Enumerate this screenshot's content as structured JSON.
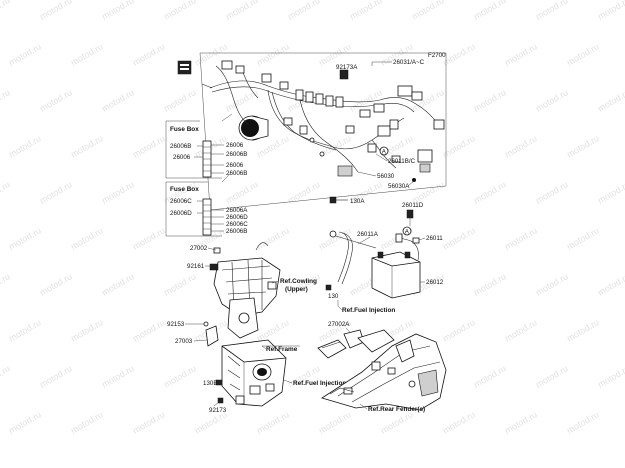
{
  "diagram": {
    "code": "F2700",
    "watermark": "motod.ru",
    "fuse_box_1": {
      "title": "Fuse Box",
      "left_labels": [
        "26006B",
        "26006"
      ],
      "right_labels": [
        "26006",
        "26006B",
        "26006",
        "26006B"
      ]
    },
    "fuse_box_2": {
      "title": "Fuse Box",
      "left_labels": [
        "26006C",
        "26006D"
      ],
      "right_labels": [
        "26006A",
        "26006D",
        "26006C",
        "26006B"
      ]
    },
    "part_labels": {
      "p92173a": "92173A",
      "p26031": "26031/A~C",
      "p26011bc": "26011B/C",
      "p56030": "56030",
      "p56030a": "56030A",
      "p130a": "130A",
      "p26011d": "26011D",
      "p26011a": "26011A",
      "p26011": "26011",
      "p26012": "26012",
      "p27002": "27002",
      "p92161": "92161",
      "p92153": "92153",
      "p27003": "27003",
      "p130": "130",
      "p130b": "130B",
      "p92173": "92173",
      "p27002a": "27002A"
    },
    "refs": {
      "cowling": "Ref.Cowling",
      "cowling_sub": "(Upper)",
      "fuel_injection_1": "Ref.Fuel Injection",
      "frame": "Ref.Frame",
      "fuel_injection_2": "Ref.Fuel Injection",
      "rear_fender": "Ref.Rear Fender(s)"
    },
    "markers": {
      "a": "A"
    }
  }
}
